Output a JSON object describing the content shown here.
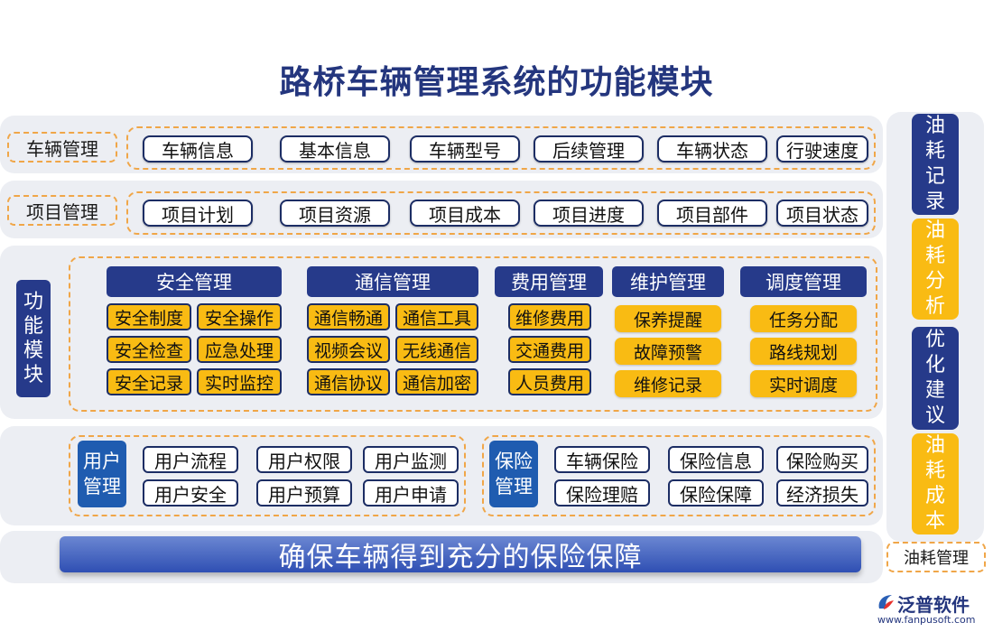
{
  "title": "路桥车辆管理系统的功能模块",
  "vehicle": {
    "label": "车辆管理",
    "items": [
      "车辆信息",
      "基本信息",
      "车辆型号",
      "后续管理",
      "车辆状态",
      "行驶速度"
    ]
  },
  "project": {
    "label": "项目管理",
    "items": [
      "项目计划",
      "项目资源",
      "项目成本",
      "项目进度",
      "项目部件",
      "项目状态"
    ]
  },
  "function": {
    "label": "功能模块",
    "groups": [
      {
        "header": "安全管理",
        "items": [
          "安全制度",
          "安全操作",
          "安全检查",
          "应急处理",
          "安全记录",
          "实时监控"
        ]
      },
      {
        "header": "通信管理",
        "items": [
          "通信畅通",
          "通信工具",
          "视频会议",
          "无线通信",
          "通信协议",
          "通信加密"
        ]
      },
      {
        "header": "费用管理",
        "items": [
          "维修费用",
          "交通费用",
          "人员费用"
        ]
      },
      {
        "header": "维护管理",
        "items": [
          "保养提醒",
          "故障预警",
          "维修记录"
        ]
      },
      {
        "header": "调度管理",
        "items": [
          "任务分配",
          "路线规划",
          "实时调度"
        ]
      }
    ]
  },
  "user": {
    "label": "用户管理",
    "items": [
      "用户流程",
      "用户权限",
      "用户监测",
      "用户安全",
      "用户预算",
      "用户申请"
    ]
  },
  "insurance": {
    "label": "保险管理",
    "items": [
      "车辆保险",
      "保险信息",
      "保险购买",
      "保险理赔",
      "保险保障",
      "经济损失"
    ]
  },
  "banner": "确保车辆得到充分的保险保障",
  "fuel": {
    "blocks": [
      "油耗记录",
      "油耗分析",
      "优化建议",
      "油耗成本"
    ],
    "label": "油耗管理"
  },
  "logo": {
    "name": "泛普软件",
    "url": "www.fanpusoft.com"
  },
  "colors": {
    "navy": "#263a8a",
    "gold": "#f9bb13",
    "dash": "#f0a648",
    "band": "#eceef3"
  }
}
